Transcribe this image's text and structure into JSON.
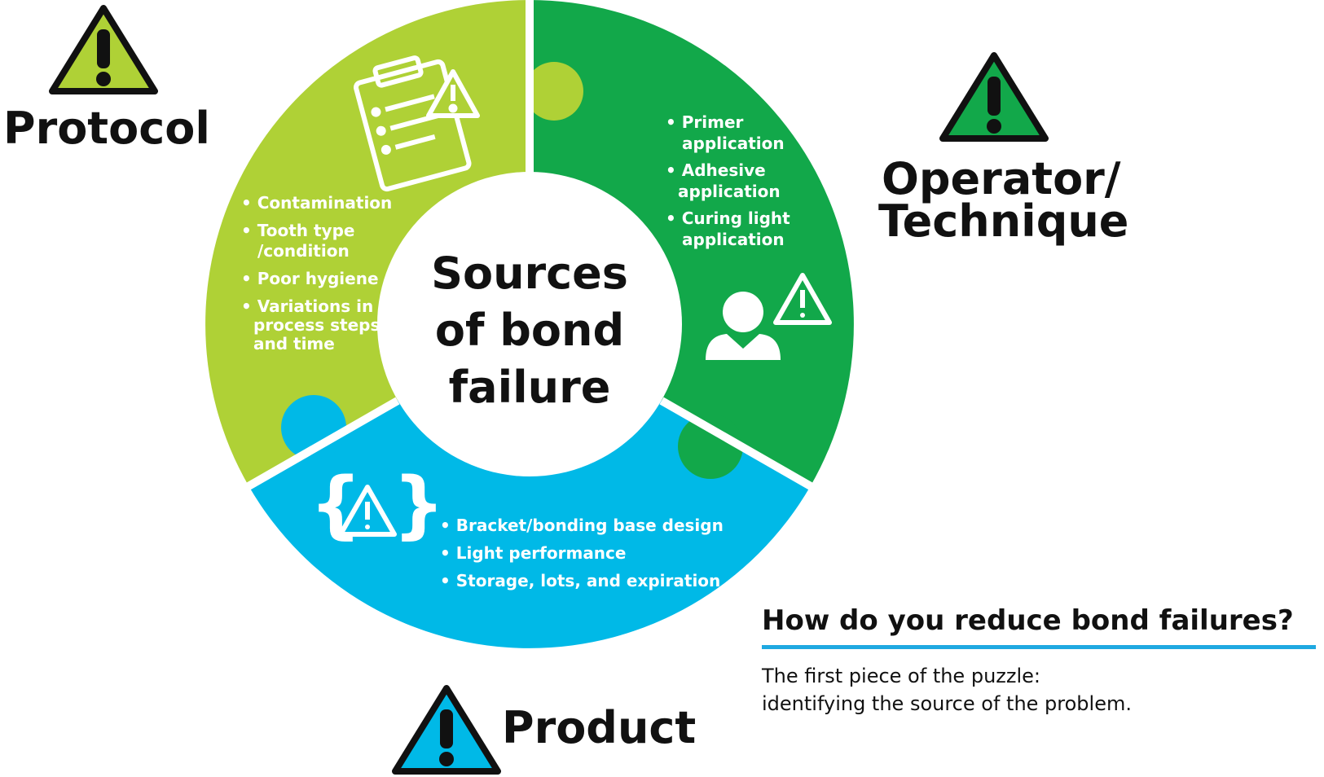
{
  "colors": {
    "protocol": "#afd136",
    "operator": "#12a84a",
    "product": "#00b9e7",
    "accent_line": "#1fa9e1",
    "text": "#111111"
  },
  "center": {
    "lines": [
      "Sources",
      "of bond",
      "failure"
    ]
  },
  "protocol": {
    "title": "Protocol",
    "icon": "warning-triangle-icon",
    "segment_icon": "clipboard-warning-icon",
    "items": [
      [
        "• Contamination"
      ],
      [
        "•  Tooth type",
        "/condition"
      ],
      [
        "• Poor hygiene"
      ],
      [
        "• Variations in",
        "process steps",
        "and time"
      ]
    ]
  },
  "operator": {
    "title_lines": [
      "Operator/",
      "Technique"
    ],
    "icon": "warning-triangle-icon",
    "segment_icon": "person-warning-icon",
    "items": [
      [
        "• Primer",
        "application"
      ],
      [
        "• Adhesive",
        "application"
      ],
      [
        "• Curing light",
        "application"
      ]
    ]
  },
  "product": {
    "title": "Product",
    "icon": "warning-triangle-icon",
    "segment_icon": "braces-warning-icon",
    "items": [
      "• Bracket/bonding base design",
      "• Light performance",
      "• Storage, lots, and expiration"
    ]
  },
  "info": {
    "title": "How do you reduce bond failures?",
    "body_lines": [
      "The first piece of the puzzle:",
      "identifying the source of the problem."
    ]
  }
}
